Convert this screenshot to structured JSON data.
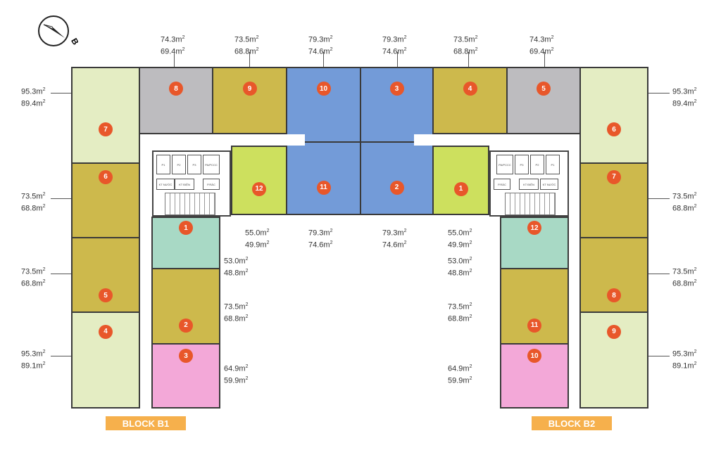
{
  "compass": {
    "label": "B"
  },
  "blocks": [
    "BLOCK B1",
    "BLOCK B2"
  ],
  "units": {
    "b1": [
      "1",
      "2",
      "3",
      "4",
      "5",
      "6",
      "7",
      "8",
      "9",
      "10",
      "11",
      "12"
    ],
    "b2": [
      "1",
      "2",
      "3",
      "4",
      "5",
      "6",
      "7",
      "8",
      "9",
      "10",
      "11",
      "12"
    ]
  },
  "areas": {
    "a743": [
      "74.3m",
      "69.4m"
    ],
    "a735": [
      "73.5m",
      "68.8m"
    ],
    "a793": [
      "79.3m",
      "74.6m"
    ],
    "a953a": [
      "95.3m",
      "89.4m"
    ],
    "a953b": [
      "95.3m",
      "89.1m"
    ],
    "a550": [
      "55.0m",
      "49.9m"
    ],
    "a530": [
      "53.0m",
      "48.8m"
    ],
    "a649": [
      "64.9m",
      "59.9m"
    ],
    "sq": "2"
  },
  "core_rooms": [
    "P1",
    "P2",
    "P3",
    "PA/PCCC",
    "KT NƯỚC",
    "KT ĐIỆN",
    "P.RÁC"
  ],
  "colors": {
    "badge": "#e8572a",
    "block_label": "#f6b04c",
    "blue": "#739bd8",
    "olive": "#cdb94c"
  }
}
